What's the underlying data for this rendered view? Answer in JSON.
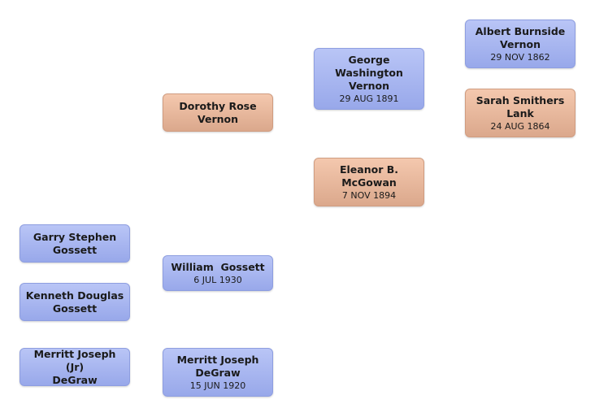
{
  "people": {
    "albert": {
      "name_line1": "Albert Burnside",
      "name_line2": "Vernon",
      "date": "29 NOV 1862",
      "sex": "male"
    },
    "sarah": {
      "name_line1": "Sarah Smithers",
      "name_line2": "Lank",
      "date": "24 AUG 1864",
      "sex": "female"
    },
    "george": {
      "name_line1": "George",
      "name_line2": "Washington",
      "name_line3": "Vernon",
      "date": "29 AUG 1891",
      "sex": "male"
    },
    "eleanor": {
      "name_line1": "Eleanor B.",
      "name_line2": "McGowan",
      "date": "7 NOV 1894",
      "sex": "female"
    },
    "dorothy": {
      "name_line1": "Dorothy Rose",
      "name_line2": "Vernon",
      "sex": "female"
    },
    "william": {
      "name_line1": "William  Gossett",
      "date": "6 JUL 1930",
      "sex": "male"
    },
    "merritt_sr": {
      "name_line1": "Merritt Joseph",
      "name_line2": "DeGraw",
      "date": "15 JUN 1920",
      "sex": "male"
    },
    "garry": {
      "name_line1": "Garry Stephen",
      "name_line2": "Gossett",
      "sex": "male"
    },
    "kenneth": {
      "name_line1": "Kenneth Douglas",
      "name_line2": "Gossett",
      "sex": "male"
    },
    "merritt_jr": {
      "name_line1": "Merritt Joseph (Jr)",
      "name_line2": "DeGraw",
      "sex": "male"
    }
  },
  "colors": {
    "male": "#a8b6f0",
    "female": "#e8b89c"
  }
}
